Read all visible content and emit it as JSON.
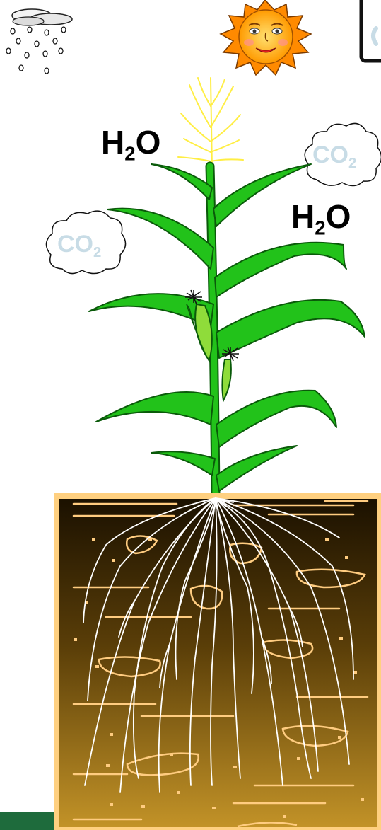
{
  "labels": {
    "water_left": {
      "main": "H",
      "sub": "2",
      "tail": "O"
    },
    "water_right": {
      "main": "H",
      "sub": "2",
      "tail": "O"
    },
    "co2_right": {
      "main": "CO",
      "sub": "2"
    },
    "co2_left": {
      "main": "CO",
      "sub": "2"
    }
  },
  "icons": [
    "rain-cloud-icon",
    "sun-face-icon",
    "corn-plant-icon",
    "soil-roots-icon"
  ],
  "colors": {
    "leaf": "#22c21a",
    "leaf_outline": "#0a5a0a",
    "tassel": "#ffff66",
    "soil_top": "#1a1000",
    "soil_bottom": "#c09020",
    "soil_border": "#ffd080",
    "root": "#ffffff",
    "sun": "#ffa500",
    "co2_text": "#c8dce6",
    "footer_bar": "#1e6b3c"
  }
}
